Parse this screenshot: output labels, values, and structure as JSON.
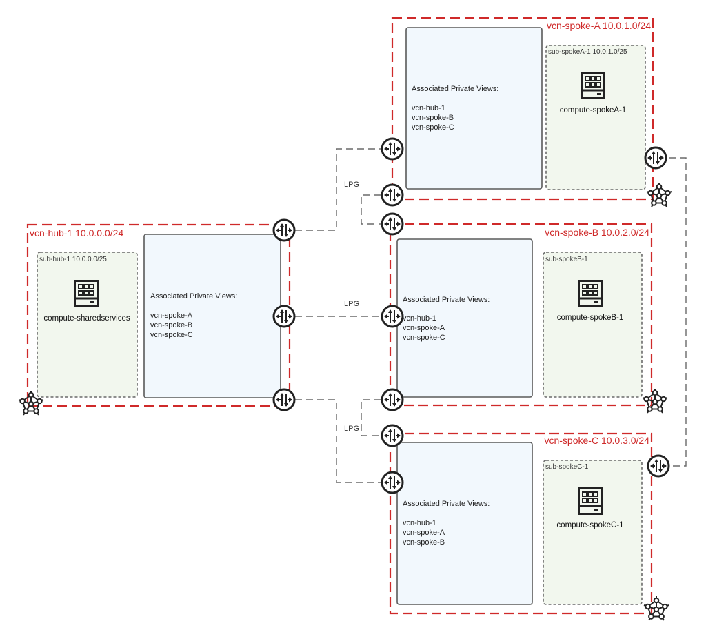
{
  "colors": {
    "vcn_border": "#cf2a2a",
    "subnet_fill": "#f2f7ee",
    "views_fill": "#f2f8fd",
    "link": "#6a6a6a"
  },
  "hub": {
    "vcn_label": "vcn-hub-1 10.0.0.0/24",
    "subnet_label": "sub-hub-1 10.0.0.0/25",
    "compute_label": "compute-sharedservices",
    "views_title": "Associated Private Views:",
    "views": [
      "vcn-spoke-A",
      "vcn-spoke-B",
      "vcn-spoke-C"
    ]
  },
  "spokeA": {
    "vcn_label": "vcn-spoke-A 10.0.1.0/24",
    "subnet_label": "sub-spokeA-1 10.0.1.0/25",
    "compute_label": "compute-spokeA-1",
    "views_title": "Associated Private Views:",
    "views": [
      "vcn-hub-1",
      "vcn-spoke-B",
      "vcn-spoke-C"
    ]
  },
  "spokeB": {
    "vcn_label": "vcn-spoke-B 10.0.2.0/24",
    "subnet_label": "sub-spokeB-1",
    "compute_label": "compute-spokeB-1",
    "views_title": "Associated Private Views:",
    "views": [
      "vcn-hub-1",
      "vcn-spoke-A",
      "vcn-spoke-C"
    ]
  },
  "spokeC": {
    "vcn_label": "vcn-spoke-C 10.0.3.0/24",
    "subnet_label": "sub-spokeC-1",
    "compute_label": "compute-spokeC-1",
    "views_title": "Associated Private Views:",
    "views": [
      "vcn-hub-1",
      "vcn-spoke-A",
      "vcn-spoke-B"
    ]
  },
  "lpg_labels": [
    "LPG",
    "LPG",
    "LPG"
  ],
  "icons": {
    "router": "router-icon",
    "compute": "compute-instance-icon",
    "dns_resolver": "dns-resolver-icon"
  }
}
